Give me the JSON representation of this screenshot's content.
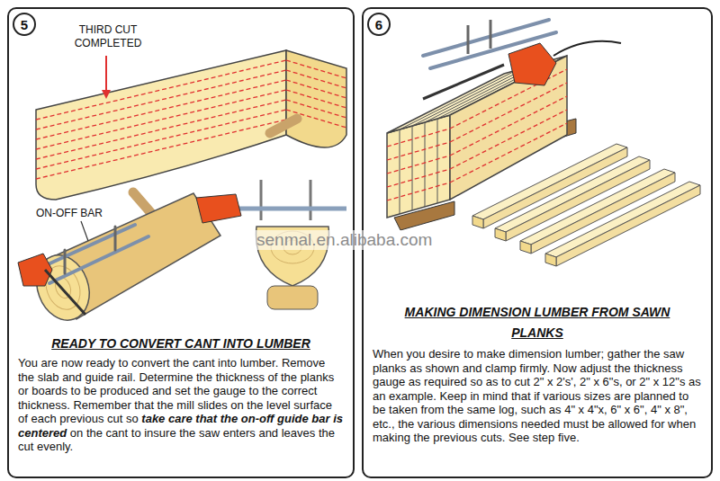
{
  "diagram": {
    "nodes": [
      {
        "text": [
          "READY TO CONVERT CANT INTO LUMBER",
          "You are now ready to convert the cant into lumber. Remove the slab and guide rail. Determine the thickness of the planks or boards to be produced and set the gauge to the correct thickness. Remember that the mill slides on the level surface of each previous cut so",
          "take care that the on-off guide bar is centered",
          "on the cant to insure the saw enters and leaves the cut evenly."
        ]
      },
      {
        "text": [
          "5"
        ],
        "in": 0
      },
      {
        "text": [
          "MAKING DIMENSION LUMBER FROM SAWN PLANKS",
          "When you desire to make dimension lumber; gather the saw planks as shown and clamp firmly. Now adjust the thickness gauge as required so as to cut 2\" x 2's', 2\" x 6\"s, or 2\" x 12\"s as an example. Keep in mind that if various sizes are planned to be taken from the same log, such as 4\" x 4\"x, 6\" x 6\", 4\" x 8\", etc., the various dimensions needed must be allowed for when making the previous cuts. See step five."
        ]
      },
      {
        "text": [
          "6"
        ],
        "in": 2
      }
    ],
    "labels": [
      "THIRD CUT COMPLETED",
      "ON-OFF BAR",
      "senmal.en.alibaba.com"
    ]
  }
}
